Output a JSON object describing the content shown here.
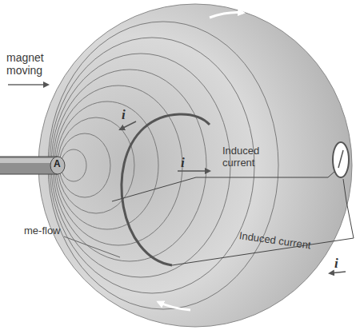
{
  "diagram": {
    "labels": [
      "magnet moving",
      "A",
      "me-flow",
      "i",
      "i",
      "Induced current",
      "Induced current",
      "i"
    ]
  }
}
